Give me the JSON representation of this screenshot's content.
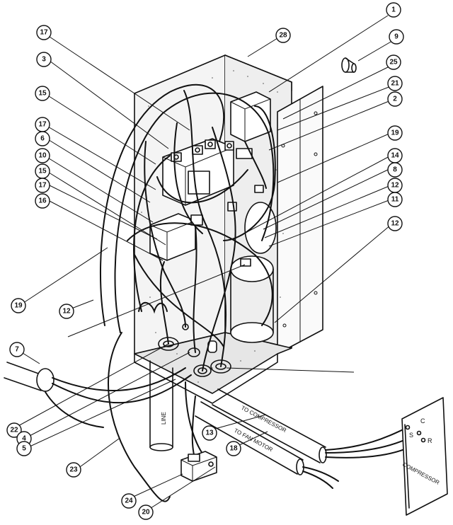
{
  "labels": {
    "to_compressor": "TO COMPRESSOR",
    "to_fan_motor": "TO FAN MOTOR",
    "line": "LINE",
    "compressor": "COMPRESSOR",
    "term_s": "S",
    "term_c": "C",
    "term_r": "R"
  },
  "callouts": [
    {
      "id": "c1",
      "text": "1"
    },
    {
      "id": "c9",
      "text": "9"
    },
    {
      "id": "c25",
      "text": "25"
    },
    {
      "id": "c21",
      "text": "21"
    },
    {
      "id": "c2",
      "text": "2"
    },
    {
      "id": "c28",
      "text": "28"
    },
    {
      "id": "c17a",
      "text": "17"
    },
    {
      "id": "c3",
      "text": "3"
    },
    {
      "id": "c15a",
      "text": "15"
    },
    {
      "id": "c17b",
      "text": "17"
    },
    {
      "id": "c6",
      "text": "6"
    },
    {
      "id": "c10",
      "text": "10"
    },
    {
      "id": "c15b",
      "text": "15"
    },
    {
      "id": "c17c",
      "text": "17"
    },
    {
      "id": "c16",
      "text": "16"
    },
    {
      "id": "c14",
      "text": "14"
    },
    {
      "id": "c8",
      "text": "8"
    },
    {
      "id": "c19a",
      "text": "19"
    },
    {
      "id": "c12a",
      "text": "12"
    },
    {
      "id": "c11",
      "text": "11"
    },
    {
      "id": "c12b",
      "text": "12"
    },
    {
      "id": "c12c",
      "text": "12"
    },
    {
      "id": "c19b",
      "text": "19"
    },
    {
      "id": "c7",
      "text": "7"
    },
    {
      "id": "c22",
      "text": "22"
    },
    {
      "id": "c4",
      "text": "4"
    },
    {
      "id": "c5",
      "text": "5"
    },
    {
      "id": "c13",
      "text": "13"
    },
    {
      "id": "c18",
      "text": "18"
    },
    {
      "id": "c23",
      "text": "23"
    },
    {
      "id": "c24",
      "text": "24"
    },
    {
      "id": "c20",
      "text": "20"
    }
  ]
}
